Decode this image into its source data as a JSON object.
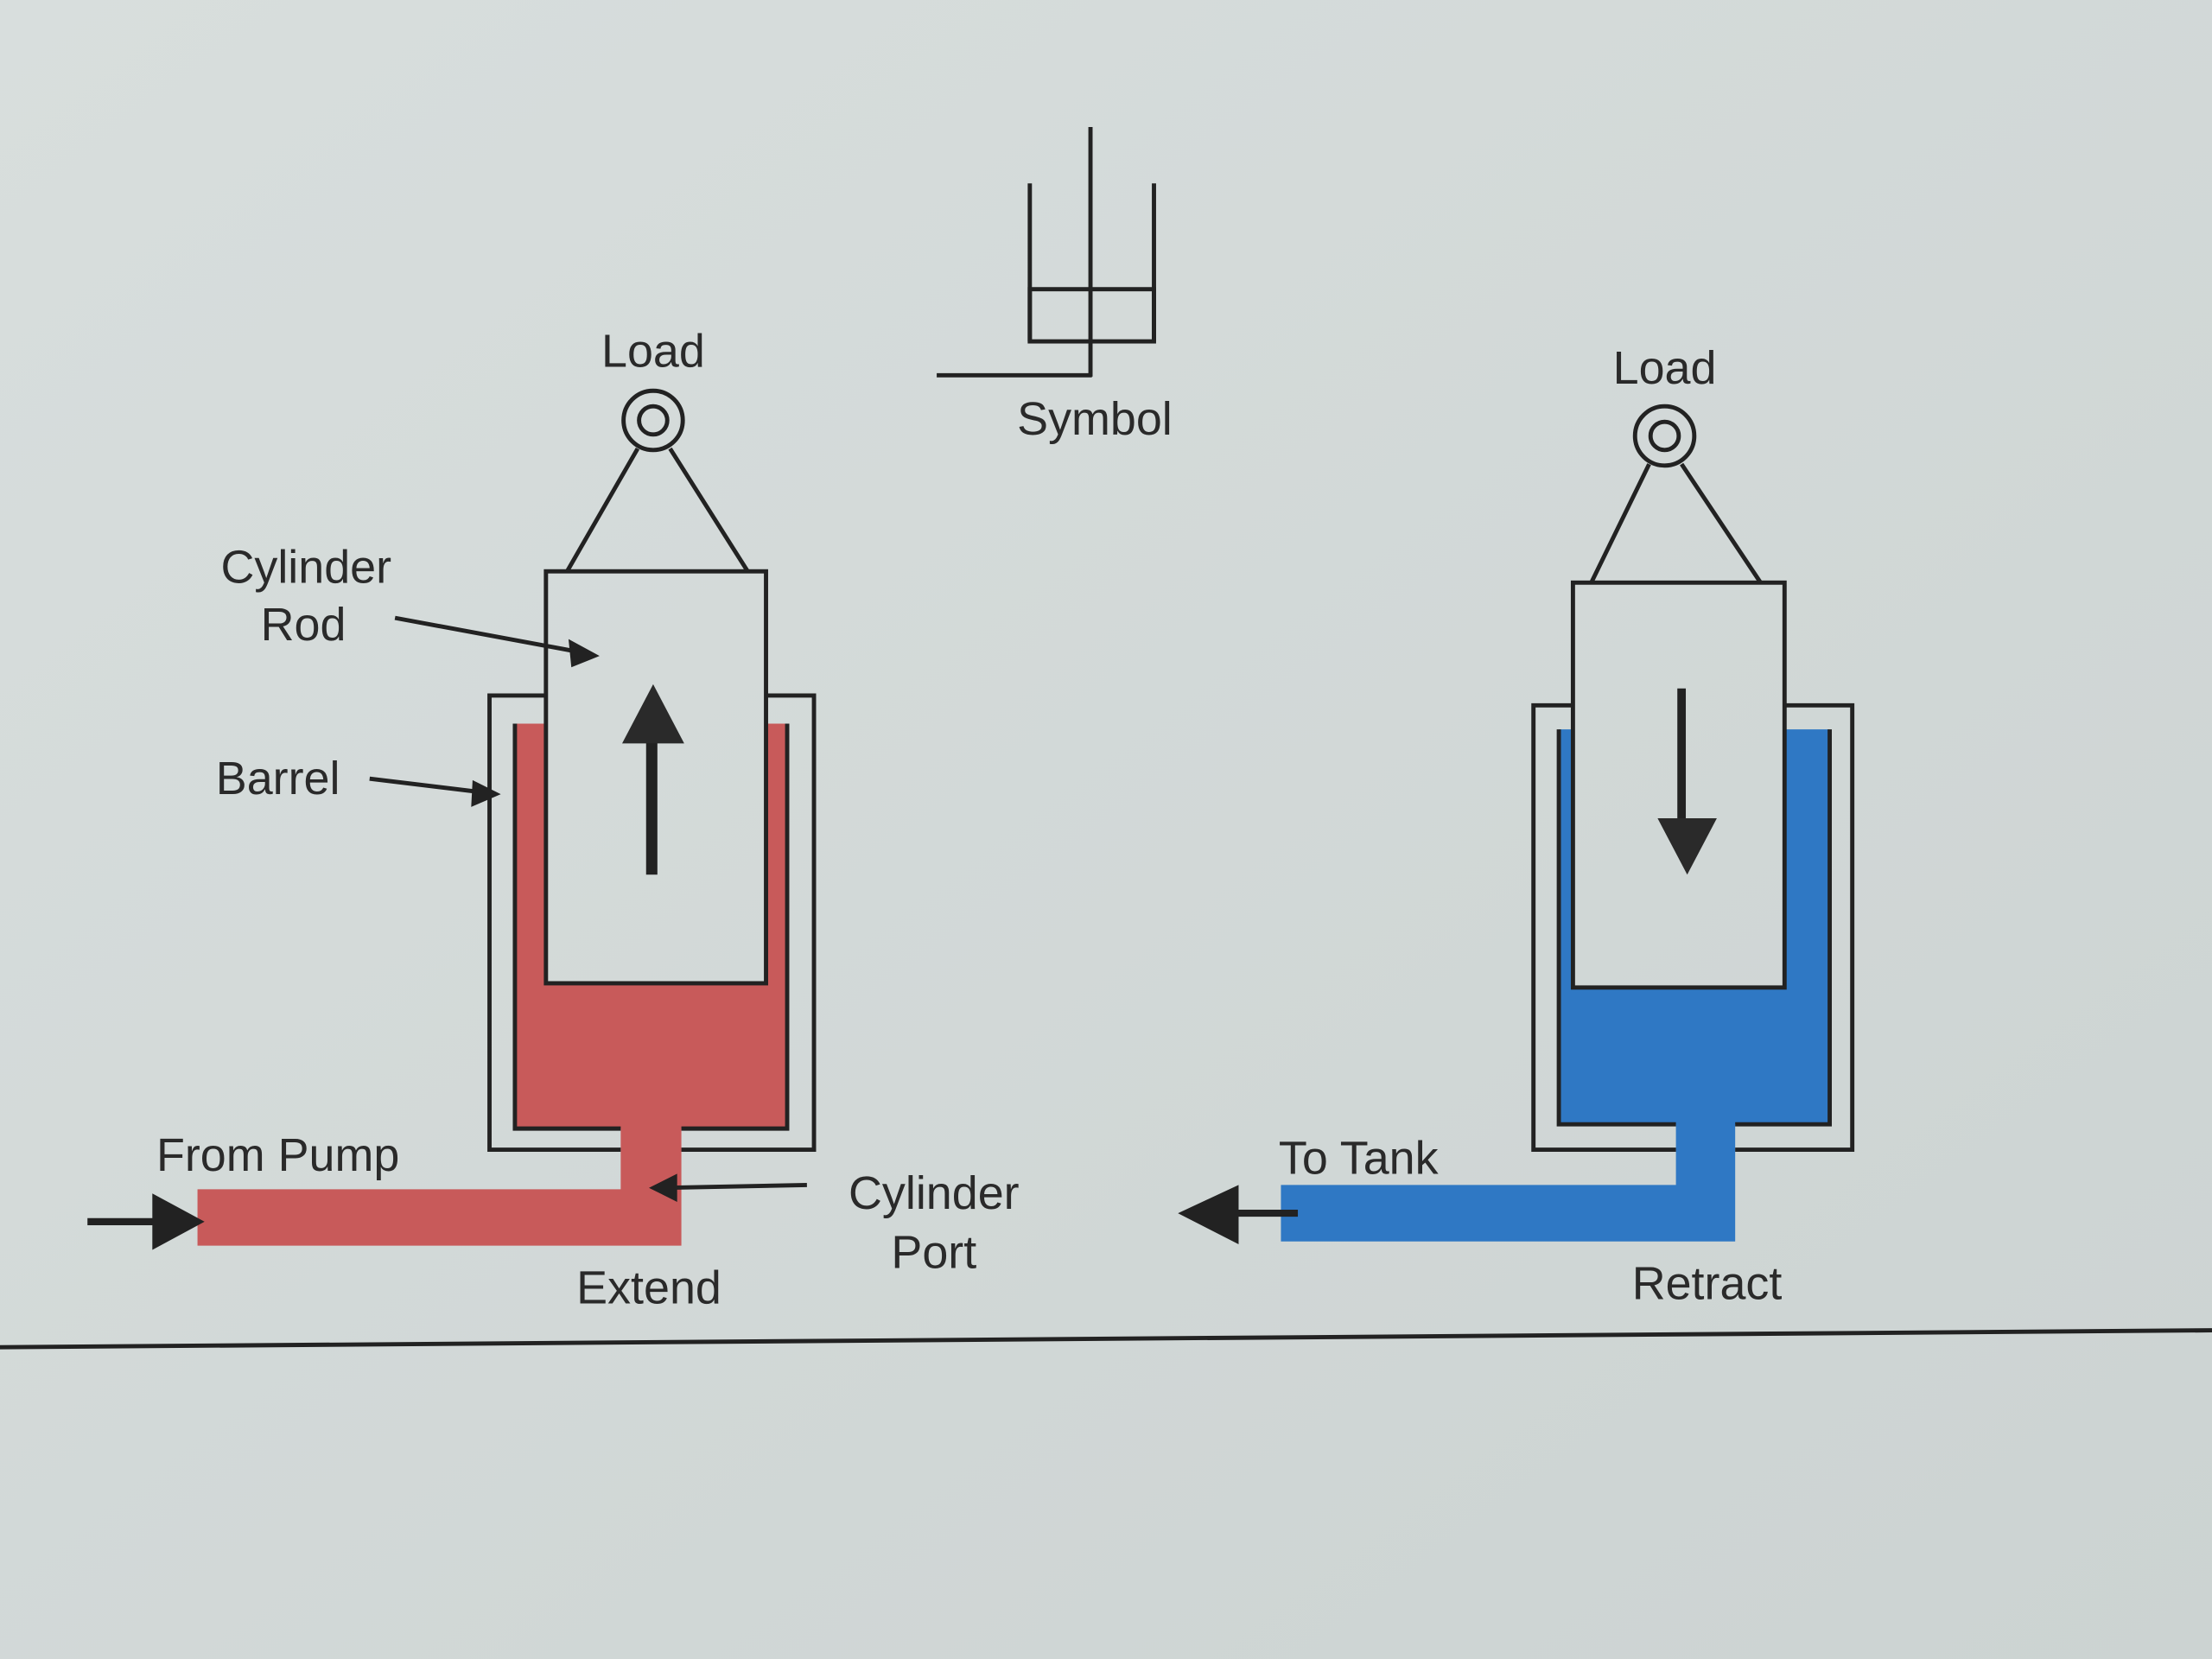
{
  "symbol": {
    "label": "Symbol"
  },
  "extend": {
    "load_label": "Load",
    "rod_label_line1": "Cylinder",
    "rod_label_line2": "Rod",
    "barrel_label": "Barrel",
    "source_label": "From Pump",
    "port_label_line1": "Cylinder",
    "port_label_line2": "Port",
    "caption": "Extend",
    "fluid_color": "#c85a5a",
    "motion": "up"
  },
  "retract": {
    "load_label": "Load",
    "dest_label": "To Tank",
    "caption": "Retract",
    "fluid_color": "#2f78c4",
    "motion": "down"
  }
}
